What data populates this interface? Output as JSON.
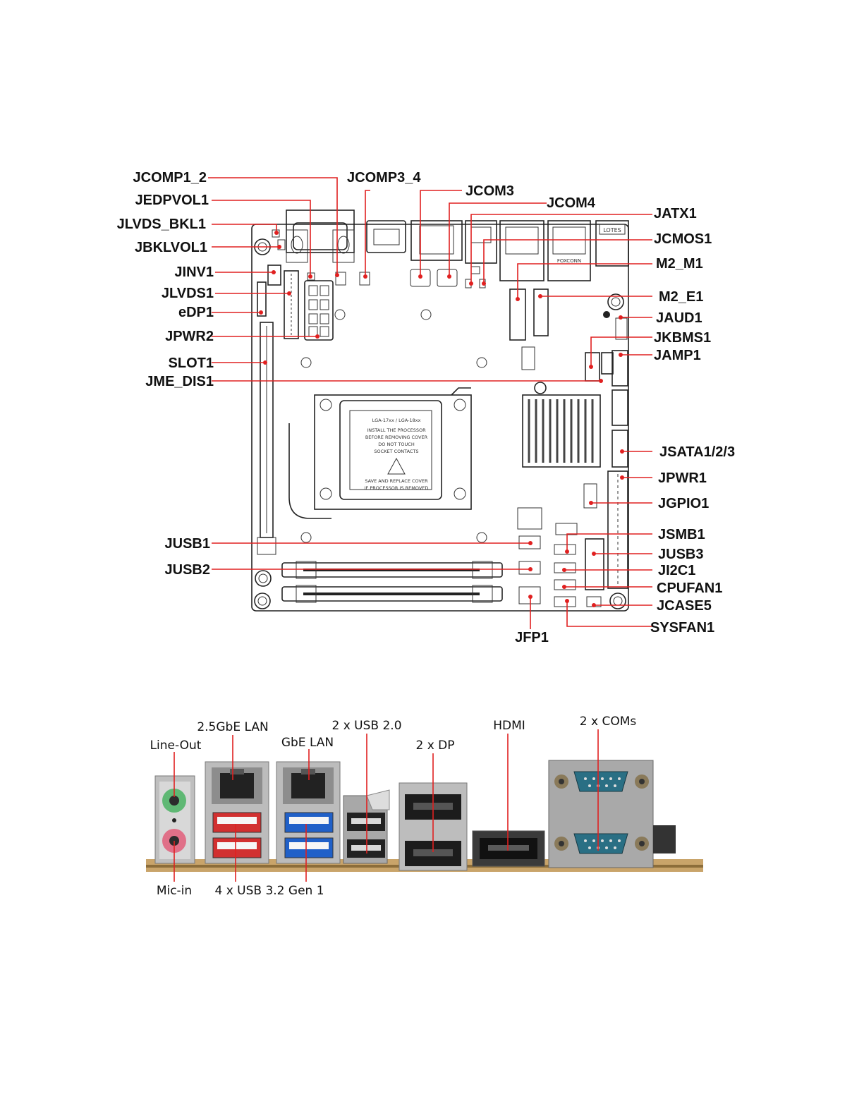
{
  "board_labels": {
    "left": [
      "JCOMP1_2",
      "JEDPVOL1",
      "JLVDS_BKL1",
      "JBKLVOL1",
      "JINV1",
      "JLVDS1",
      "eDP1",
      "JPWR2",
      "SLOT1",
      "JME_DIS1",
      "JUSB1",
      "JUSB2"
    ],
    "top": [
      "JCOMP3_4",
      "JCOM3",
      "JCOM4"
    ],
    "right": [
      "JATX1",
      "JCMOS1",
      "M2_M1",
      "M2_E1",
      "JAUD1",
      "JKBMS1",
      "JAMP1",
      "JSATA1/2/3",
      "JPWR1",
      "JGPIO1",
      "JSMB1",
      "JUSB3",
      "JI2C1",
      "CPUFAN1",
      "JCASE5",
      "SYSFAN1"
    ],
    "bottom": [
      "JFP1"
    ]
  },
  "board_markings": {
    "socket_text": [
      "LGA-17xx / LGA-18xx",
      "INSTALL THE PROCESSOR",
      "BEFORE REMOVING COVER",
      "DO NOT TOUCH",
      "SOCKET CONTACTS",
      "SAVE AND REPLACE COVER",
      "IF PROCESSOR IS REMOVED"
    ],
    "lan_brand": "FOXCONN",
    "audio_brand": "LOTES"
  },
  "io_panel": {
    "labels": [
      "2.5GbE LAN",
      "Line-Out",
      "GbE LAN",
      "2 x USB 2.0",
      "2 x DP",
      "HDMI",
      "2 x COMs",
      "Mic-in",
      "4 x USB 3.2 Gen 1"
    ]
  },
  "colors": {
    "leader": "#e02020",
    "pcb": "#c9a46a",
    "usb3_red": "#d23030",
    "usb3_blue": "#2060c8",
    "com_teal": "#2a6f84",
    "audio_green": "#5fb874",
    "audio_pink": "#e07088"
  }
}
